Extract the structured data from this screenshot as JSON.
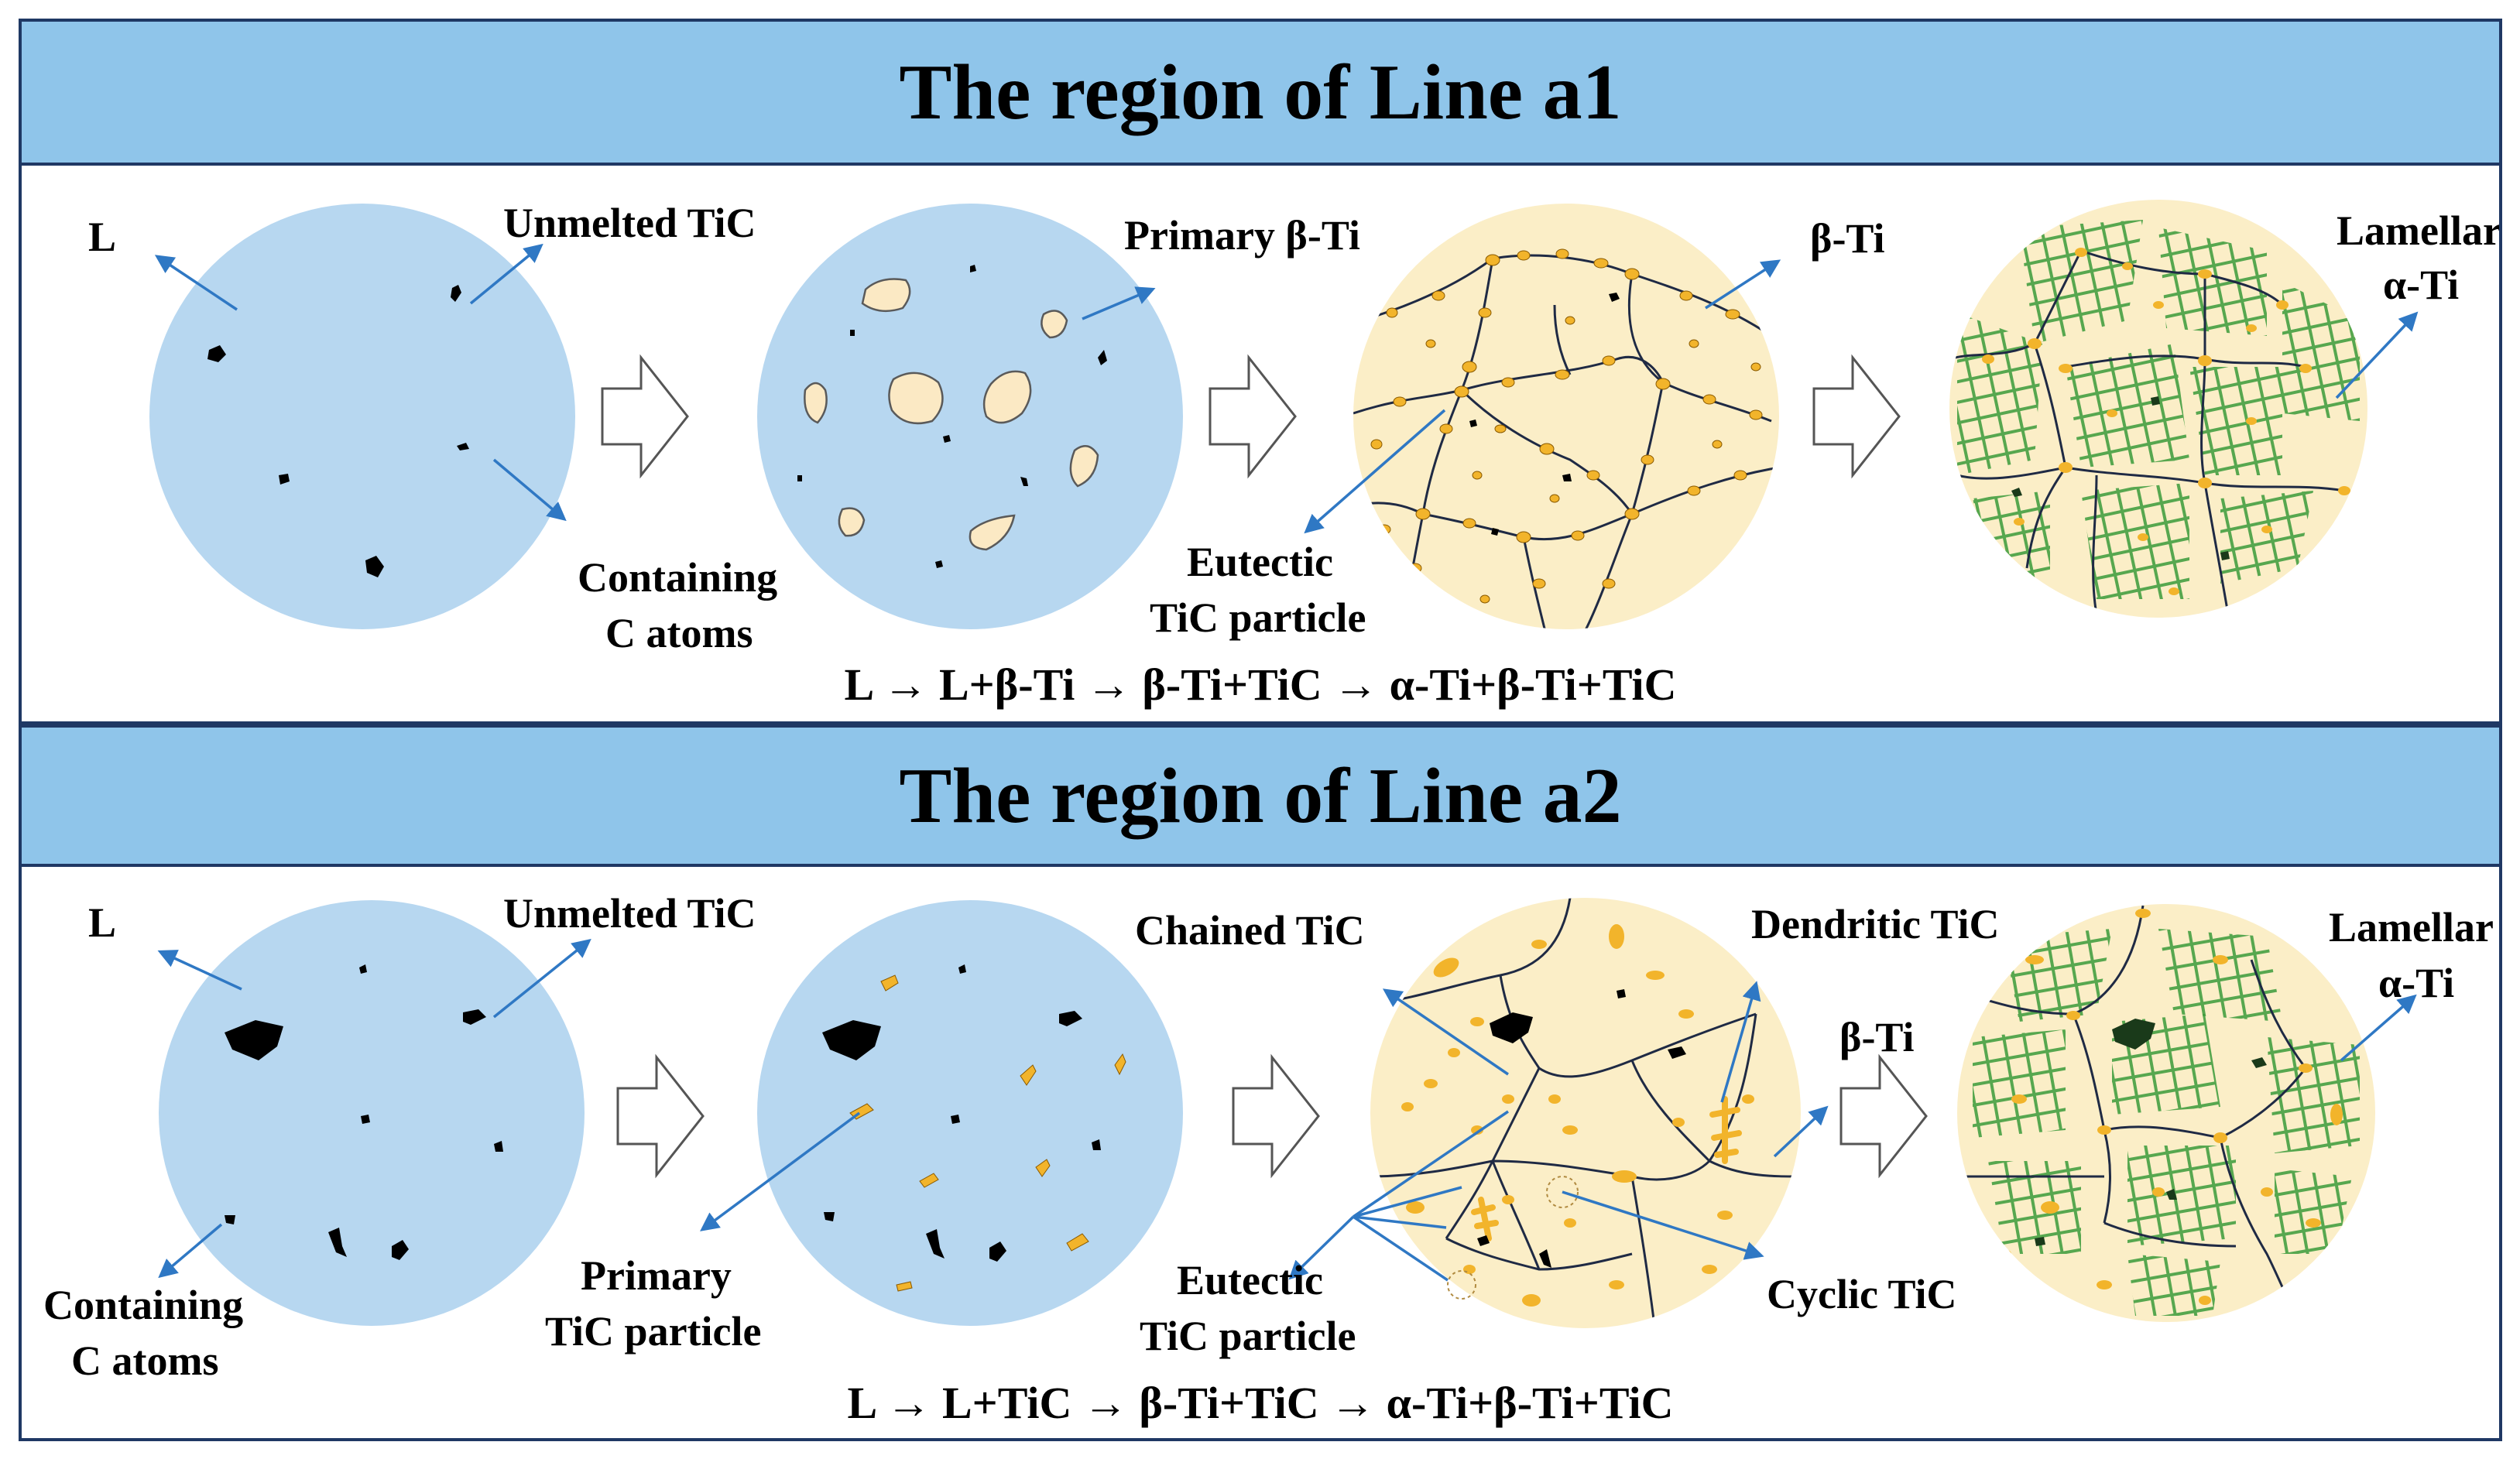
{
  "panels": [
    {
      "title": "The region of Line a1",
      "labels": {
        "liquid": "L",
        "unmelted": "Unmelted TiC",
        "containing_1": "Containing",
        "containing_2": "C atoms",
        "primary_beta": "Primary β-Ti",
        "beta": "β-Ti",
        "eutectic_1": "Eutectic",
        "eutectic_2": "TiC particle",
        "lamellar_1": "Lamellar",
        "lamellar_2": "α-Ti"
      },
      "equation": "L → L+β-Ti → β-Ti+TiC → α-Ti+β-Ti+TiC"
    },
    {
      "title": "The region of Line a2",
      "labels": {
        "liquid": "L",
        "unmelted": "Unmelted TiC",
        "containing_1": "Containing",
        "containing_2": "C atoms",
        "primary_1": "Primary",
        "primary_2": "TiC particle",
        "chained": "Chained TiC",
        "dendritic": "Dendritic TiC",
        "beta": "β-Ti",
        "eutectic_1": "Eutectic",
        "eutectic_2": "TiC particle",
        "cyclic": "Cyclic TiC",
        "lamellar_1": "Lamellar",
        "lamellar_2": "α-Ti"
      },
      "equation": "L → L+TiC → β-Ti+TiC → α-Ti+β-Ti+TiC"
    }
  ],
  "colors": {
    "border": "#1f3864",
    "banner": "#8fc5ea",
    "liquid": "#b7d7f0",
    "beta_matrix": "#fbeec7",
    "primary_beta": "#fbe9c4",
    "tic_particle": "#f2b42b",
    "lamellae": "#3a9a3a",
    "grain_boundary": "#1f2a44",
    "arrow": "#2f78c4",
    "tic_unmelted": "#000000"
  }
}
